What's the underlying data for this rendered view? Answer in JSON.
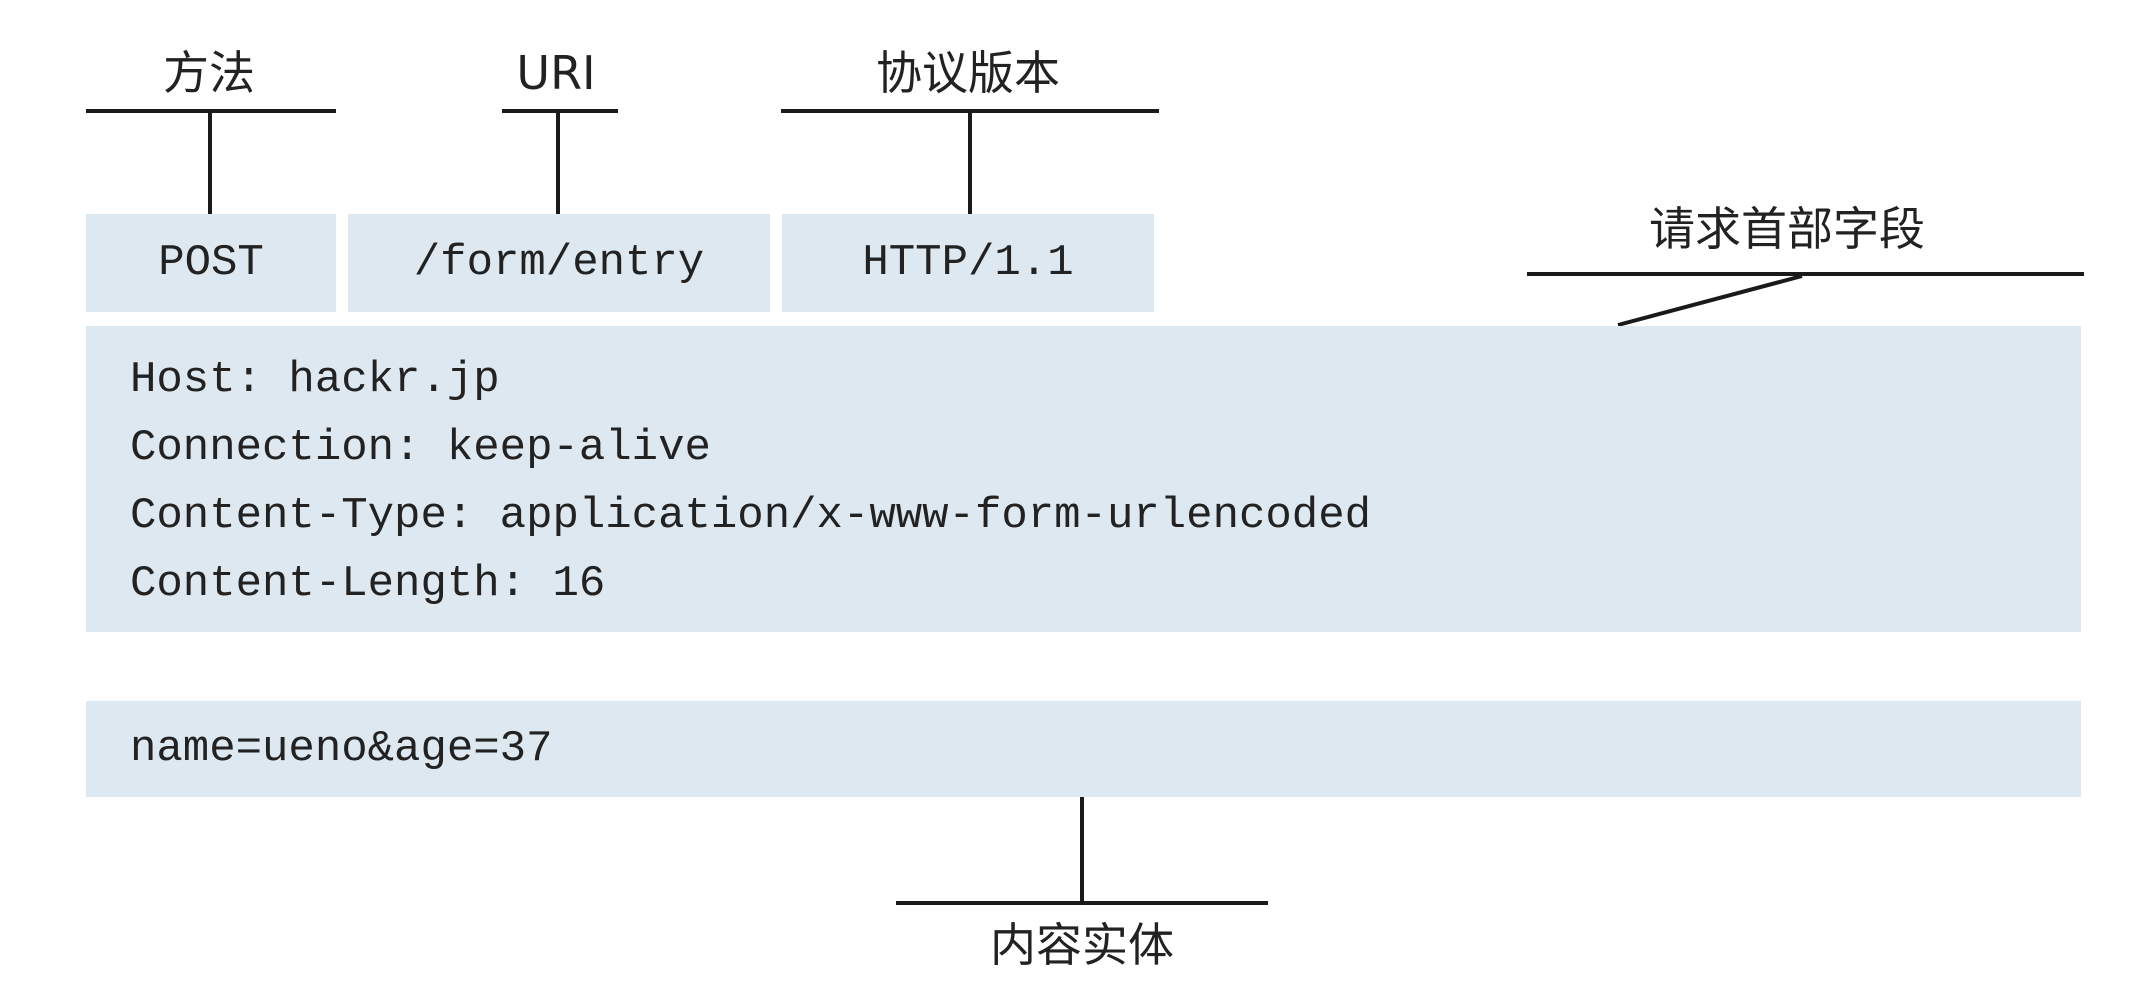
{
  "labels": {
    "method": "方法",
    "uri": "URI",
    "version": "协议版本",
    "request_header_fields": "请求首部字段",
    "entity_body": "内容实体"
  },
  "request_line": {
    "method": "POST",
    "uri": "/form/entry",
    "version": "HTTP/1.1"
  },
  "headers": [
    "Host: hackr.jp",
    "Connection: keep-alive",
    "Content-Type: application/x-www-form-urlencoded",
    "Content-Length: 16"
  ],
  "body": "name=ueno&age=37",
  "colors": {
    "box_fill": "#dde8f0",
    "line": "#1a1a1a",
    "text": "#222222"
  }
}
